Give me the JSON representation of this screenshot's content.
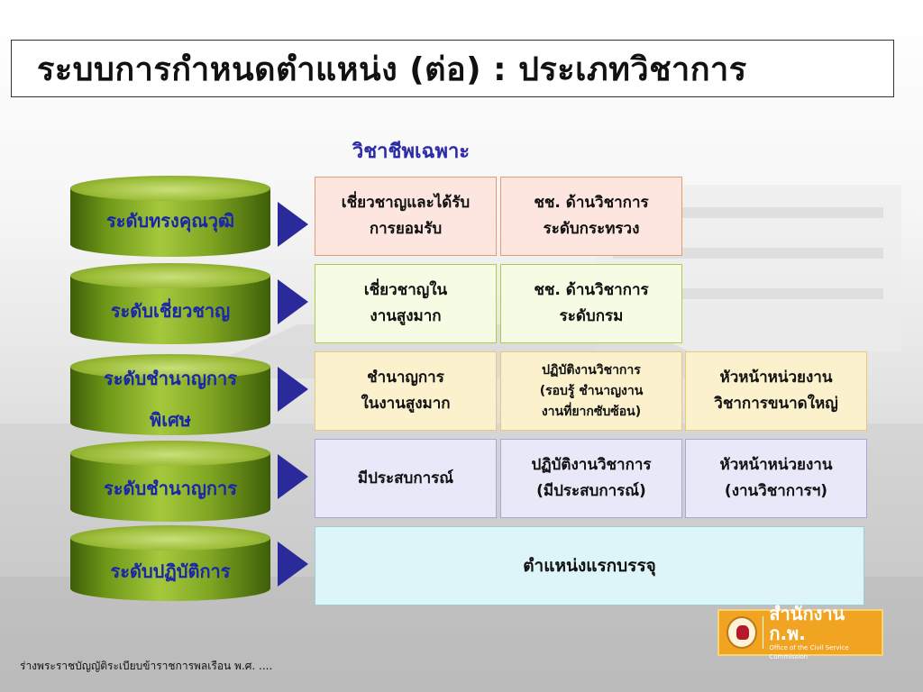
{
  "title": "ระบบการกำหนดตำแหน่ง (ต่อ) : ประเภทวิชาการ",
  "column_header": "วิชาชีพเฉพาะ",
  "levels": [
    {
      "label": "ระดับทรงคุณวุฒิ"
    },
    {
      "label": "ระดับเชี่ยวชาญ"
    },
    {
      "label_line1": "ระดับชำนาญการ",
      "label_line2": "พิเศษ"
    },
    {
      "label": "ระดับชำนาญการ"
    },
    {
      "label": "ระดับปฏิบัติการ"
    }
  ],
  "rows": [
    {
      "c1": [
        "เชี่ยวชาญและได้รับ",
        "การยอมรับ"
      ],
      "c2": [
        "ชช. ด้านวิชาการ",
        "ระดับกระทรวง"
      ]
    },
    {
      "c1": [
        "เชี่ยวชาญใน",
        "งานสูงมาก"
      ],
      "c2": [
        "ชช. ด้านวิชาการ",
        "ระดับกรม"
      ]
    },
    {
      "c1": [
        "ชำนาญการ",
        "ในงานสูงมาก"
      ],
      "c2": [
        "ปฏิบัติงานวิชาการ",
        "(รอบรู้ ชำนาญงาน",
        "งานที่ยากซับซ้อน)"
      ],
      "c3": [
        "หัวหน้าหน่วยงาน",
        "วิชาการขนาดใหญ่"
      ]
    },
    {
      "c1": [
        "มีประสบการณ์"
      ],
      "c2": [
        "ปฏิบัติงานวิชาการ",
        "(มีประสบการณ์)"
      ],
      "c3": [
        "หัวหน้าหน่วยงาน",
        "(งานวิชาการฯ)"
      ]
    },
    {
      "c1": [
        "ตำแหน่งแรกบรรจุ"
      ]
    }
  ],
  "footer": "ร่างพระราชบัญญัติระเบียบข้าราชการพลเรือน พ.ศ. ....",
  "logo": {
    "name": "สำนักงาน ก.พ.",
    "subtitle": "Office of the Civil Service Commission"
  },
  "colors": {
    "cylinder_green": "#8fb42a",
    "level_text": "#1a26a8",
    "arrow": "#2a2a9a",
    "header_text": "#2a2aa8"
  }
}
